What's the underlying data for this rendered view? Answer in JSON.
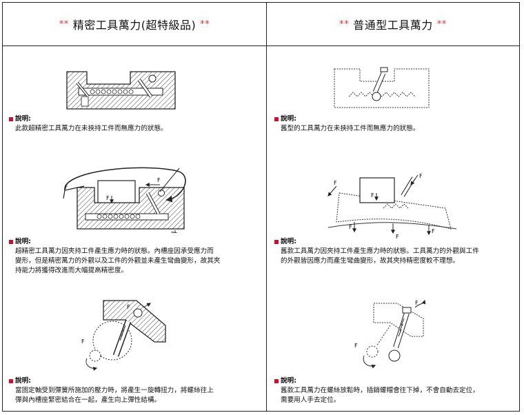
{
  "colors": {
    "accent": "#e0302f",
    "bullet": "#c8102e",
    "line": "#222222"
  },
  "left": {
    "title": "精密工具萬力(超特級品)",
    "star": "**",
    "sections": [
      {
        "label": "說明:",
        "text": [
          "此款超精密工具萬力在未挾持工件而無應力的狀態。"
        ]
      },
      {
        "label": "說明:",
        "text": [
          "超精密工具萬力因夾持工件產生應力時的狀態。內槽座因承受應力而",
          "變形，但是精密萬力的外觀以及工件的外觀並未產生彎曲變形，故其夾",
          "持能力將獲得改進而大幅提高精密度。"
        ]
      },
      {
        "label": "說明:",
        "text": [
          "當固定軸受到彈簧所施加的壓力時，將產生一旋轉扭力，將螺絲往上",
          "彈與內槽座緊密結合在一起，產生向上彈性結構。"
        ]
      }
    ]
  },
  "right": {
    "title": "普通型工具萬力",
    "star": "**",
    "sections": [
      {
        "label": "說明:",
        "text": [
          "舊型的工具萬力在未挾持工件而無應力的狀態。"
        ]
      },
      {
        "label": "說明:",
        "text": [
          "舊款工具萬力因夾持工件產生應力時的狀態。工具萬力的外觀與工件",
          "的外觀皆因應力而產生彎曲變形，故其夾持精密度較不理想。"
        ]
      },
      {
        "label": "說明:",
        "text": [
          "舊款工具萬力在螺絲放鬆時，插銷螺帽會往下掉，不會自動去定位，",
          "需要用人手去定位。"
        ]
      }
    ]
  },
  "force_label": "F"
}
